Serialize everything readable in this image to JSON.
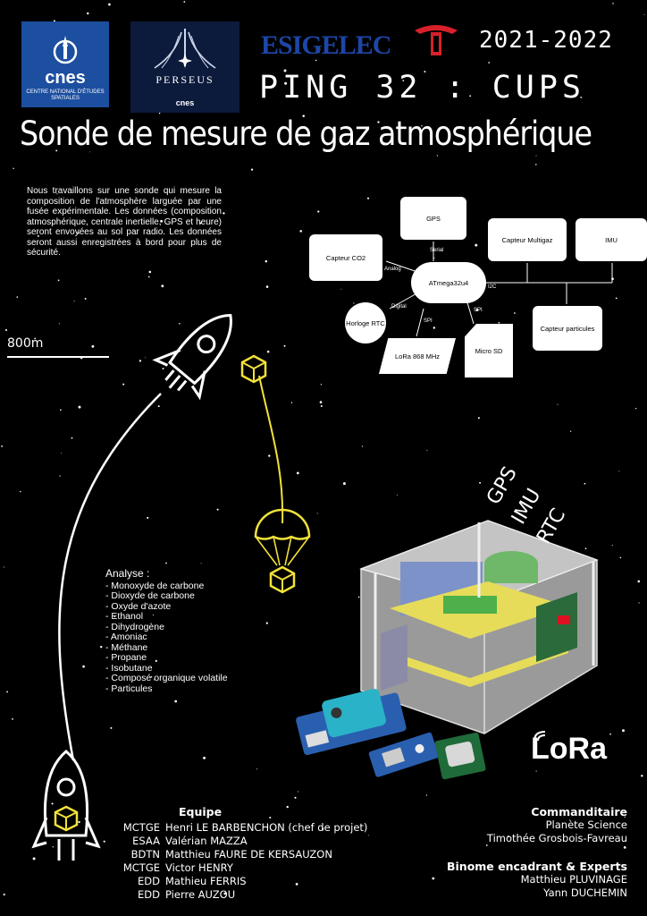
{
  "logos": {
    "cnes": {
      "name": "cnes",
      "sub": "CENTRE NATIONAL D'ÉTUDES SPATIALES"
    },
    "perseus": {
      "name": "PERSEUS",
      "sub": "cnes"
    },
    "esigelec": "ESIGELEC"
  },
  "header": {
    "year": "2021-2022",
    "project": "PING 32 : CUPS",
    "title": "Sonde de mesure de gaz atmosphérique"
  },
  "intro": "Nous travaillons sur une sonde qui mesure la composition de l'atmosphère larguée par une fusée expérimentale. Les données (composition atmosphérique, centrale inertielle, GPS et heure) seront envoyées au sol par radio. Les données seront aussi enregistrées à bord pour plus de sécurité.",
  "altitude": "800m",
  "diagram": {
    "nodes": {
      "gps": "GPS",
      "co2": "Capteur CO2",
      "multigaz": "Capteur Multigaz",
      "imu": "IMU",
      "mcu": "ATmega32u4",
      "rtc": "Horloge RTC",
      "lora": "LoRa 868 MHz",
      "sd": "Micro SD",
      "particules": "Capteur particules"
    },
    "edges": {
      "serial": "Serial",
      "analog": "Analog",
      "digital": "Digital",
      "spi1": "SPI",
      "spi2": "SPI",
      "i2c": "I2C"
    }
  },
  "analyse": {
    "title": "Analyse :",
    "items": [
      "- Monoxyde de carbone",
      "- Dioxyde de carbone",
      "- Oxyde d'azote",
      "- Ethanol",
      "- Dihydrogène",
      "- Amoniac",
      "- Méthane",
      "- Propane",
      "- Isobutane",
      "- Composé organique volatile",
      "- Particules"
    ]
  },
  "model_labels": [
    "GPS",
    "IMU",
    "RTC"
  ],
  "lora_logo": "LoRa",
  "team": {
    "title": "Equipe",
    "members": [
      {
        "org": "MCTGE",
        "name": "Henri LE BARBENCHON (chef de projet)"
      },
      {
        "org": "ESAA",
        "name": "Valérian MAZZA"
      },
      {
        "org": "BDTN",
        "name": "Matthieu FAURE DE KERSAUZON"
      },
      {
        "org": "MCTGE",
        "name": "Victor HENRY"
      },
      {
        "org": "EDD",
        "name": "Mathieu FERRIS"
      },
      {
        "org": "EDD",
        "name": "Pierre AUZOU"
      }
    ]
  },
  "commanditaire": {
    "title": "Commanditaire",
    "lines": [
      "Planète Science",
      "Timothée Grosbois-Favreau"
    ]
  },
  "binome": {
    "title": "Binome encadrant & Experts",
    "lines": [
      "Matthieu PLUVINAGE",
      "Yann DUCHEMIN"
    ]
  },
  "colors": {
    "background": "#000000",
    "cnes_blue": "#1d4fa0",
    "esigelec_blue": "#1e46a8",
    "esigelec_red": "#d8202a",
    "trajectory_yellow": "#f2e13a"
  }
}
